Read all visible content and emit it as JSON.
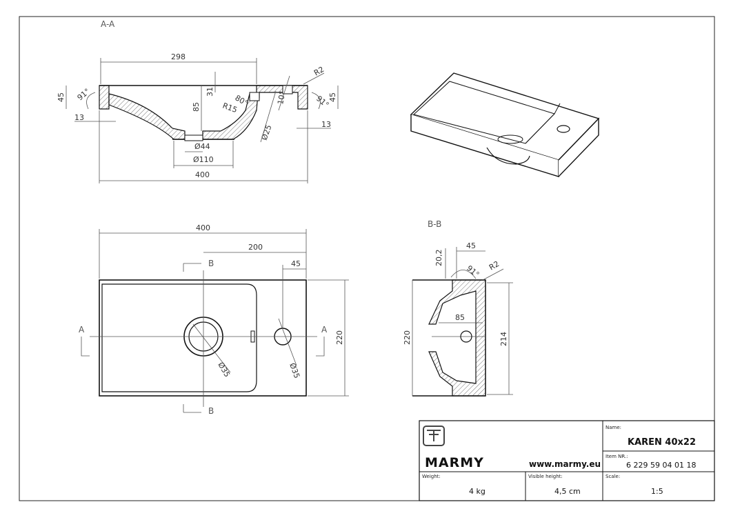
{
  "sections": {
    "aa": "A-A",
    "bb": "B-B",
    "cut_a": "A",
    "cut_b": "B"
  },
  "dims_aa": {
    "width_top": "298",
    "r2": "R2",
    "d45_left": "45",
    "a91_left": "91°",
    "d31": "31",
    "a80": "80°",
    "r15": "R15",
    "d85": "85",
    "d10": "10°",
    "a91_right": "91°",
    "d45_right": "45",
    "d13_left": "13",
    "d13_right": "13",
    "d25": "Ø25",
    "d44": "Ø44",
    "d110": "Ø110",
    "width_total": "400"
  },
  "dims_plan": {
    "width": "400",
    "half": "200",
    "tap_offset": "45",
    "height": "220",
    "drain": "Ø35",
    "tap": "Ø35"
  },
  "dims_bb": {
    "d45": "45",
    "d20": "20,2",
    "a91": "91°",
    "r2": "R2",
    "d85": "85",
    "d220": "220",
    "d214": "214"
  },
  "title_block": {
    "brand": "MARMY",
    "url": "www.marmy.eu",
    "name_label": "Name:",
    "name_value": "KAREN 40x22",
    "item_label": "Item NR.:",
    "item_value": "6 229 59 04 01 18",
    "weight_label": "Weight:",
    "weight_value": "4 kg",
    "height_label": "Visible height:",
    "height_value": "4,5 cm",
    "scale_label": "Scale:",
    "scale_value": "1:5"
  },
  "colors": {
    "line": "#111111",
    "dim": "#555555"
  }
}
